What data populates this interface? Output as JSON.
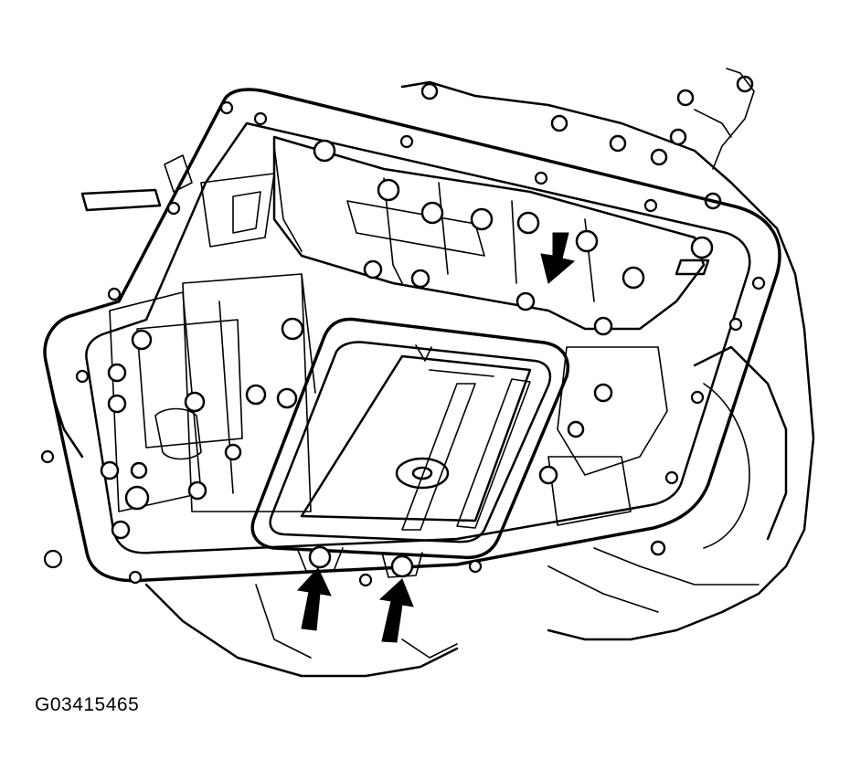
{
  "figure": {
    "caption": "G03415465",
    "arrows": [
      {
        "name": "arrow-down-top",
        "direction": "down"
      },
      {
        "name": "arrow-up-left",
        "direction": "up"
      },
      {
        "name": "arrow-up-right",
        "direction": "up"
      }
    ]
  },
  "colors": {
    "line": "#000000",
    "background": "#ffffff"
  }
}
